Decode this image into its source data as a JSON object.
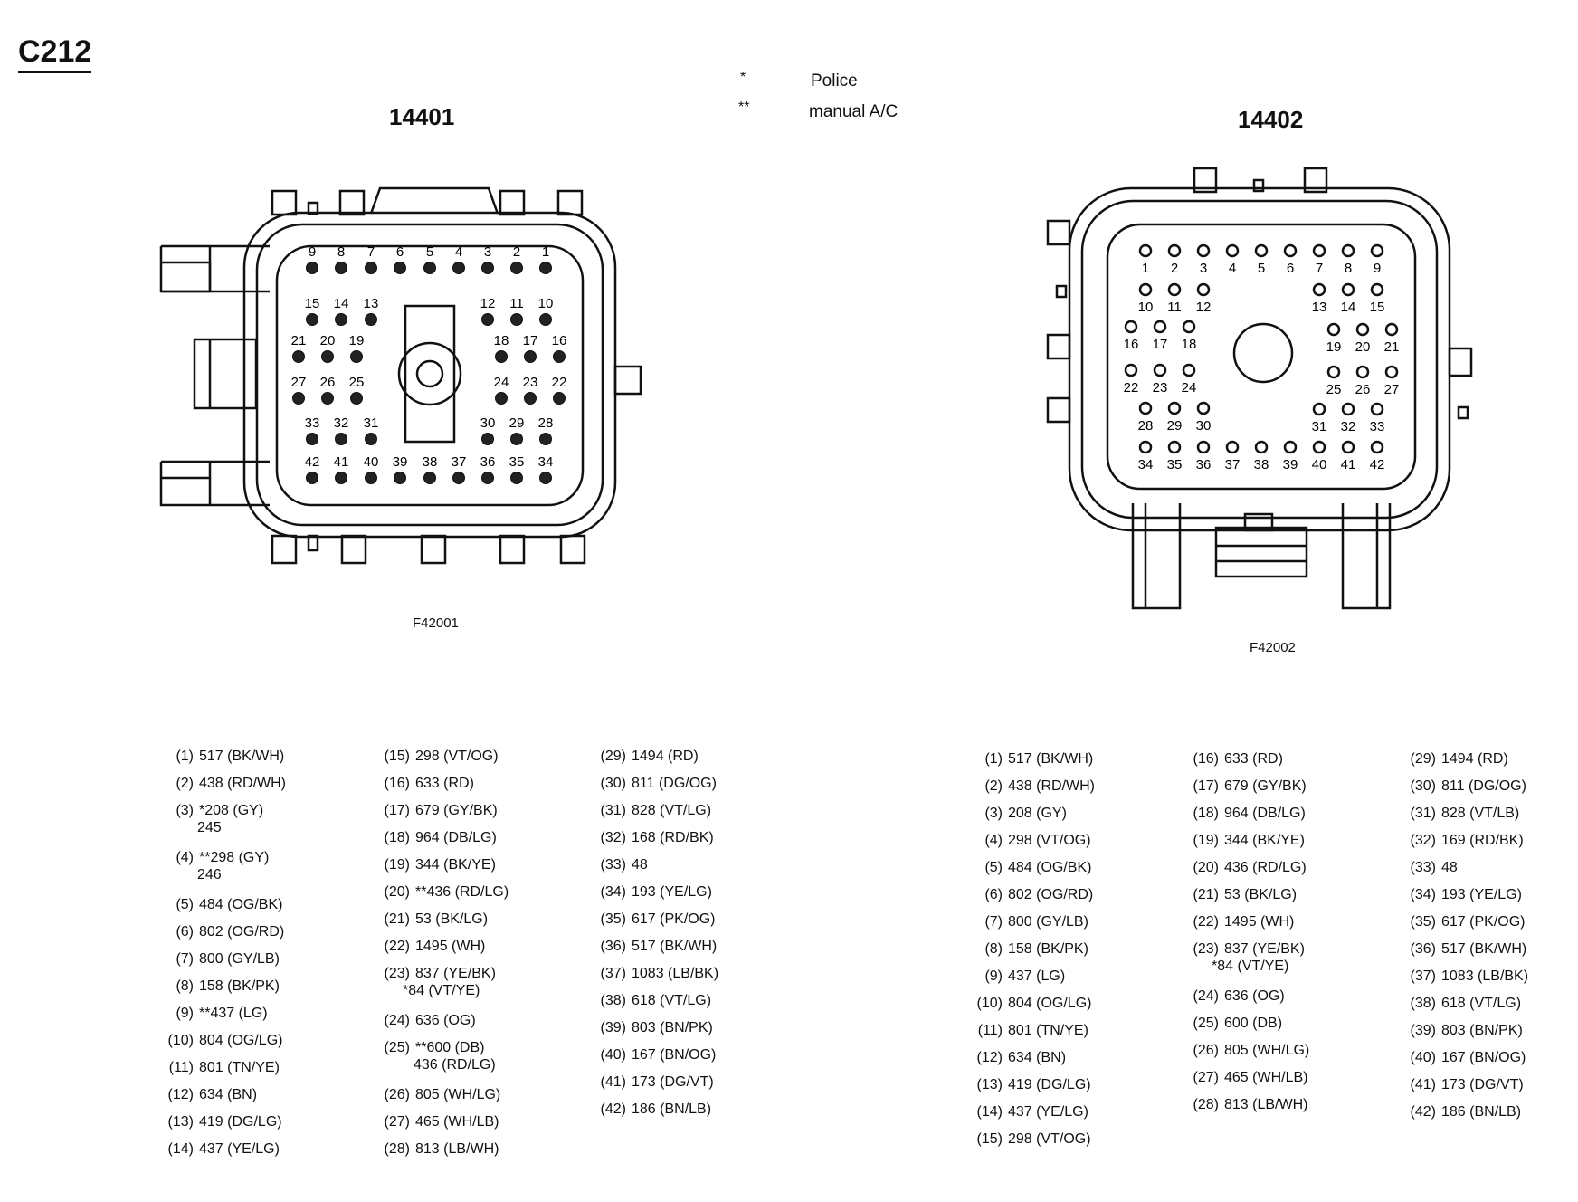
{
  "title": "C212",
  "legend": [
    {
      "symbol": "*",
      "text": "Police"
    },
    {
      "symbol": "**",
      "text": "manual A/C"
    }
  ],
  "connectors": [
    {
      "id": "14401",
      "figure": "F42001"
    },
    {
      "id": "14402",
      "figure": "F42002"
    }
  ],
  "pins_14401": [
    [
      "(1)",
      "517 (BK/WH)"
    ],
    [
      "(2)",
      "438 (RD/WH)"
    ],
    [
      "(3)",
      "*208 (GY)",
      "245"
    ],
    [
      "(4)",
      "**298 (GY)",
      "246"
    ],
    [
      "(5)",
      "484 (OG/BK)"
    ],
    [
      "(6)",
      "802 (OG/RD)"
    ],
    [
      "(7)",
      "800 (GY/LB)"
    ],
    [
      "(8)",
      "158 (BK/PK)"
    ],
    [
      "(9)",
      "**437 (LG)"
    ],
    [
      "(10)",
      "804 (OG/LG)"
    ],
    [
      "(11)",
      "801 (TN/YE)"
    ],
    [
      "(12)",
      "634 (BN)"
    ],
    [
      "(13)",
      "419 (DG/LG)"
    ],
    [
      "(14)",
      "437 (YE/LG)"
    ],
    [
      "(15)",
      "298 (VT/OG)"
    ],
    [
      "(16)",
      "633 (RD)"
    ],
    [
      "(17)",
      "679 (GY/BK)"
    ],
    [
      "(18)",
      "964 (DB/LG)"
    ],
    [
      "(19)",
      "344 (BK/YE)"
    ],
    [
      "(20)",
      "**436 (RD/LG)"
    ],
    [
      "(21)",
      "53 (BK/LG)"
    ],
    [
      "(22)",
      "1495 (WH)"
    ],
    [
      "(23)",
      "837 (YE/BK)",
      "*84 (VT/YE)"
    ],
    [
      "(24)",
      "636 (OG)"
    ],
    [
      "(25)",
      "**600 (DB)",
      "436 (RD/LG)"
    ],
    [
      "(26)",
      "805 (WH/LG)"
    ],
    [
      "(27)",
      "465 (WH/LB)"
    ],
    [
      "(28)",
      "813 (LB/WH)"
    ],
    [
      "(29)",
      "1494 (RD)"
    ],
    [
      "(30)",
      "811 (DG/OG)"
    ],
    [
      "(31)",
      "828 (VT/LG)"
    ],
    [
      "(32)",
      "168 (RD/BK)"
    ],
    [
      "(33)",
      "48"
    ],
    [
      "(34)",
      "193 (YE/LG)"
    ],
    [
      "(35)",
      "617 (PK/OG)"
    ],
    [
      "(36)",
      "517 (BK/WH)"
    ],
    [
      "(37)",
      "1083 (LB/BK)"
    ],
    [
      "(38)",
      "618 (VT/LG)"
    ],
    [
      "(39)",
      "803 (BN/PK)"
    ],
    [
      "(40)",
      "167 (BN/OG)"
    ],
    [
      "(41)",
      "173 (DG/VT)"
    ],
    [
      "(42)",
      "186 (BN/LB)"
    ]
  ],
  "pins_14402": [
    [
      "(1)",
      "517 (BK/WH)"
    ],
    [
      "(2)",
      "438 (RD/WH)"
    ],
    [
      "(3)",
      "208 (GY)"
    ],
    [
      "(4)",
      "298 (VT/OG)"
    ],
    [
      "(5)",
      "484 (OG/BK)"
    ],
    [
      "(6)",
      "802 (OG/RD)"
    ],
    [
      "(7)",
      "800 (GY/LB)"
    ],
    [
      "(8)",
      "158 (BK/PK)"
    ],
    [
      "(9)",
      "437 (LG)"
    ],
    [
      "(10)",
      "804 (OG/LG)"
    ],
    [
      "(11)",
      "801 (TN/YE)"
    ],
    [
      "(12)",
      "634 (BN)"
    ],
    [
      "(13)",
      "419 (DG/LG)"
    ],
    [
      "(14)",
      "437 (YE/LG)"
    ],
    [
      "(15)",
      "298 (VT/OG)"
    ],
    [
      "(16)",
      "633 (RD)"
    ],
    [
      "(17)",
      "679 (GY/BK)"
    ],
    [
      "(18)",
      "964 (DB/LG)"
    ],
    [
      "(19)",
      "344 (BK/YE)"
    ],
    [
      "(20)",
      "436 (RD/LG)"
    ],
    [
      "(21)",
      "53 (BK/LG)"
    ],
    [
      "(22)",
      "1495 (WH)"
    ],
    [
      "(23)",
      "837 (YE/BK)",
      "*84 (VT/YE)"
    ],
    [
      "(24)",
      "636 (OG)"
    ],
    [
      "(25)",
      "600 (DB)"
    ],
    [
      "(26)",
      "805 (WH/LG)"
    ],
    [
      "(27)",
      "465 (WH/LB)"
    ],
    [
      "(28)",
      "813 (LB/WH)"
    ],
    [
      "(29)",
      "1494 (RD)"
    ],
    [
      "(30)",
      "811 (DG/OG)"
    ],
    [
      "(31)",
      "828 (VT/LB)"
    ],
    [
      "(32)",
      "169 (RD/BK)"
    ],
    [
      "(33)",
      "48"
    ],
    [
      "(34)",
      "193 (YE/LG)"
    ],
    [
      "(35)",
      "617 (PK/OG)"
    ],
    [
      "(36)",
      "517 (BK/WH)"
    ],
    [
      "(37)",
      "1083 (LB/BK)"
    ],
    [
      "(38)",
      "618 (VT/LG)"
    ],
    [
      "(39)",
      "803 (BN/PK)"
    ],
    [
      "(40)",
      "167 (BN/OG)"
    ],
    [
      "(41)",
      "173 (DG/VT)"
    ],
    [
      "(42)",
      "186 (BN/LB)"
    ]
  ]
}
